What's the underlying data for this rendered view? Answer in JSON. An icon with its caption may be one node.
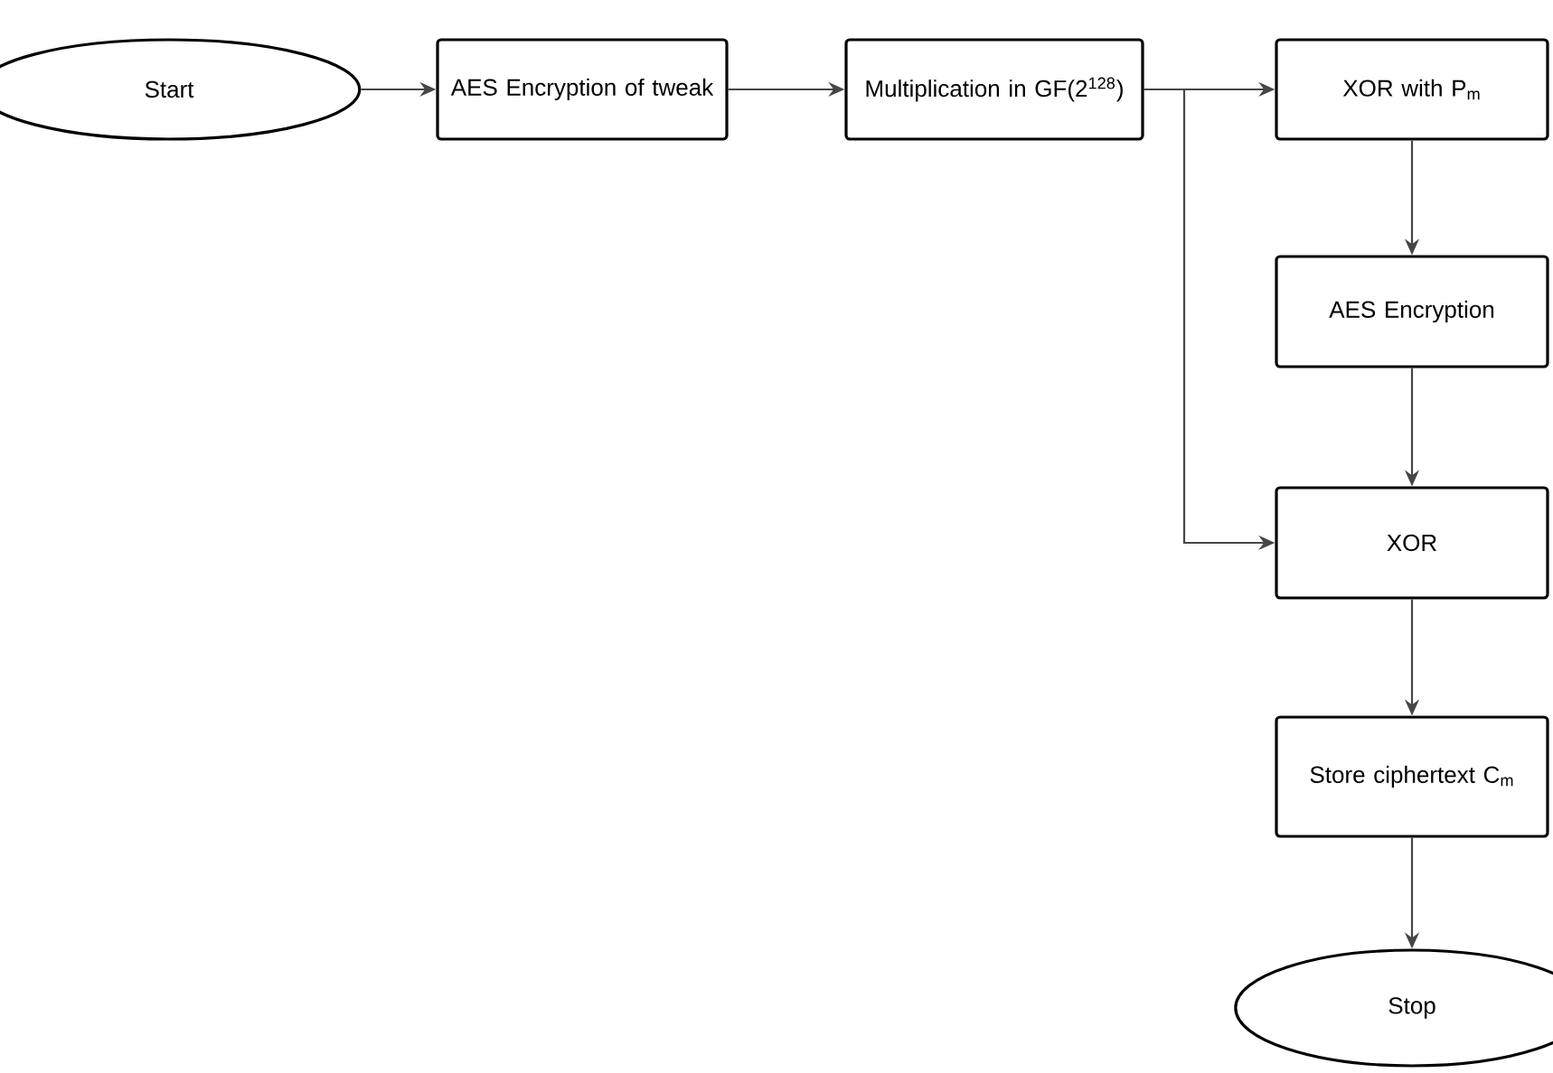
{
  "diagram": {
    "nodes": [
      {
        "text": [
          "Start"
        ]
      },
      {
        "text": [
          "AES Encryption of tweak"
        ]
      },
      {
        "text": [
          "Multiplication in GF(2$^{128}$)"
        ]
      },
      {
        "text": [
          "XOR with P$_{m}$"
        ]
      },
      {
        "text": [
          "AES Encryption"
        ]
      },
      {
        "text": [
          "XOR"
        ]
      },
      {
        "text": [
          "Store ciphertext C$_{m}$"
        ]
      },
      {
        "text": [
          "Stop"
        ]
      }
    ],
    "edges": [
      {
        "from": 0,
        "to": 1,
        "arrow": "to"
      },
      {
        "from": 1,
        "to": 2,
        "arrow": "to"
      },
      {
        "from": 2,
        "to": 3,
        "arrow": "to"
      },
      {
        "from": 2,
        "to": 5,
        "arrow": "to"
      },
      {
        "from": 3,
        "to": 4,
        "arrow": "to"
      },
      {
        "from": 4,
        "to": 5,
        "arrow": "to"
      },
      {
        "from": 5,
        "to": 6,
        "arrow": "to"
      },
      {
        "from": 6,
        "to": 7,
        "arrow": "to"
      }
    ]
  }
}
